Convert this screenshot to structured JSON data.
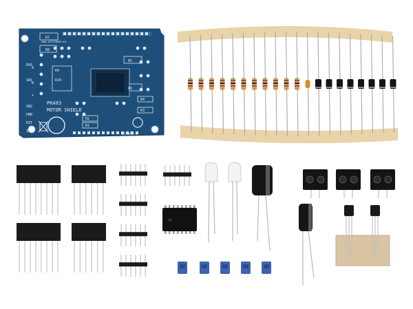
{
  "pcb": {
    "title_line1": "PKA03",
    "title_line2": "MOTOR SHIELD",
    "version": "15.846-0",
    "website": "www.velleman.eu",
    "labels": [
      "R7",
      "R8",
      "R5",
      "R6",
      "R4",
      "R3",
      "R2",
      "R1",
      "R9",
      "R10",
      "RV6",
      "SW1",
      "SW2",
      "PWR",
      "EXT",
      "INT",
      "A",
      "B",
      "+"
    ]
  },
  "colors": {
    "pcb": "#1e4f7a",
    "pcb_trace": "#2f6a99",
    "silkscreen": "#e8eef5",
    "tape": "#e9d3a8",
    "header": "#1b1b1b",
    "pin": "#c9c9c9",
    "capacitor": "#161616",
    "jumper": "#3e63b0",
    "diode": "#141414",
    "resistor_body": "#c9a371",
    "thermal_pad": "#d9c4a4"
  }
}
